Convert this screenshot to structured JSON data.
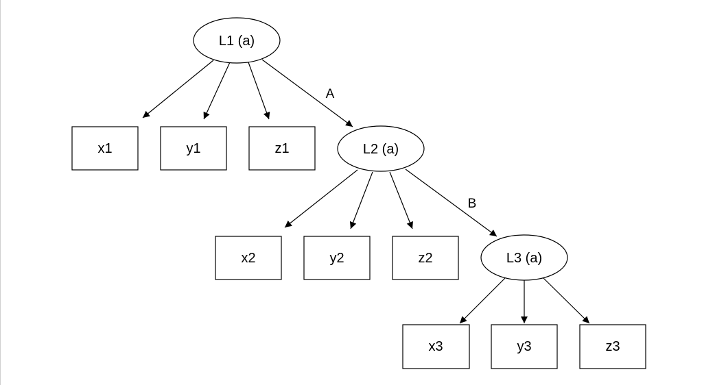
{
  "diagram": {
    "type": "tree",
    "stroke_color": "#000000",
    "fill_color": "#ffffff",
    "nodes": [
      {
        "id": "L1",
        "label": "L1 (a)",
        "shape": "ellipse"
      },
      {
        "id": "x1",
        "label": "x1",
        "shape": "box"
      },
      {
        "id": "y1",
        "label": "y1",
        "shape": "box"
      },
      {
        "id": "z1",
        "label": "z1",
        "shape": "box"
      },
      {
        "id": "L2",
        "label": "L2 (a)",
        "shape": "ellipse"
      },
      {
        "id": "x2",
        "label": "x2",
        "shape": "box"
      },
      {
        "id": "y2",
        "label": "y2",
        "shape": "box"
      },
      {
        "id": "z2",
        "label": "z2",
        "shape": "box"
      },
      {
        "id": "L3",
        "label": "L3 (a)",
        "shape": "ellipse"
      },
      {
        "id": "x3",
        "label": "x3",
        "shape": "box"
      },
      {
        "id": "y3",
        "label": "y3",
        "shape": "box"
      },
      {
        "id": "z3",
        "label": "z3",
        "shape": "box"
      }
    ],
    "edges": [
      {
        "from": "L1",
        "to": "x1",
        "label": ""
      },
      {
        "from": "L1",
        "to": "y1",
        "label": ""
      },
      {
        "from": "L1",
        "to": "z1",
        "label": ""
      },
      {
        "from": "L1",
        "to": "L2",
        "label": "A"
      },
      {
        "from": "L2",
        "to": "x2",
        "label": ""
      },
      {
        "from": "L2",
        "to": "y2",
        "label": ""
      },
      {
        "from": "L2",
        "to": "z2",
        "label": ""
      },
      {
        "from": "L2",
        "to": "L3",
        "label": "B"
      },
      {
        "from": "L3",
        "to": "x3",
        "label": ""
      },
      {
        "from": "L3",
        "to": "y3",
        "label": ""
      },
      {
        "from": "L3",
        "to": "z3",
        "label": ""
      }
    ]
  }
}
